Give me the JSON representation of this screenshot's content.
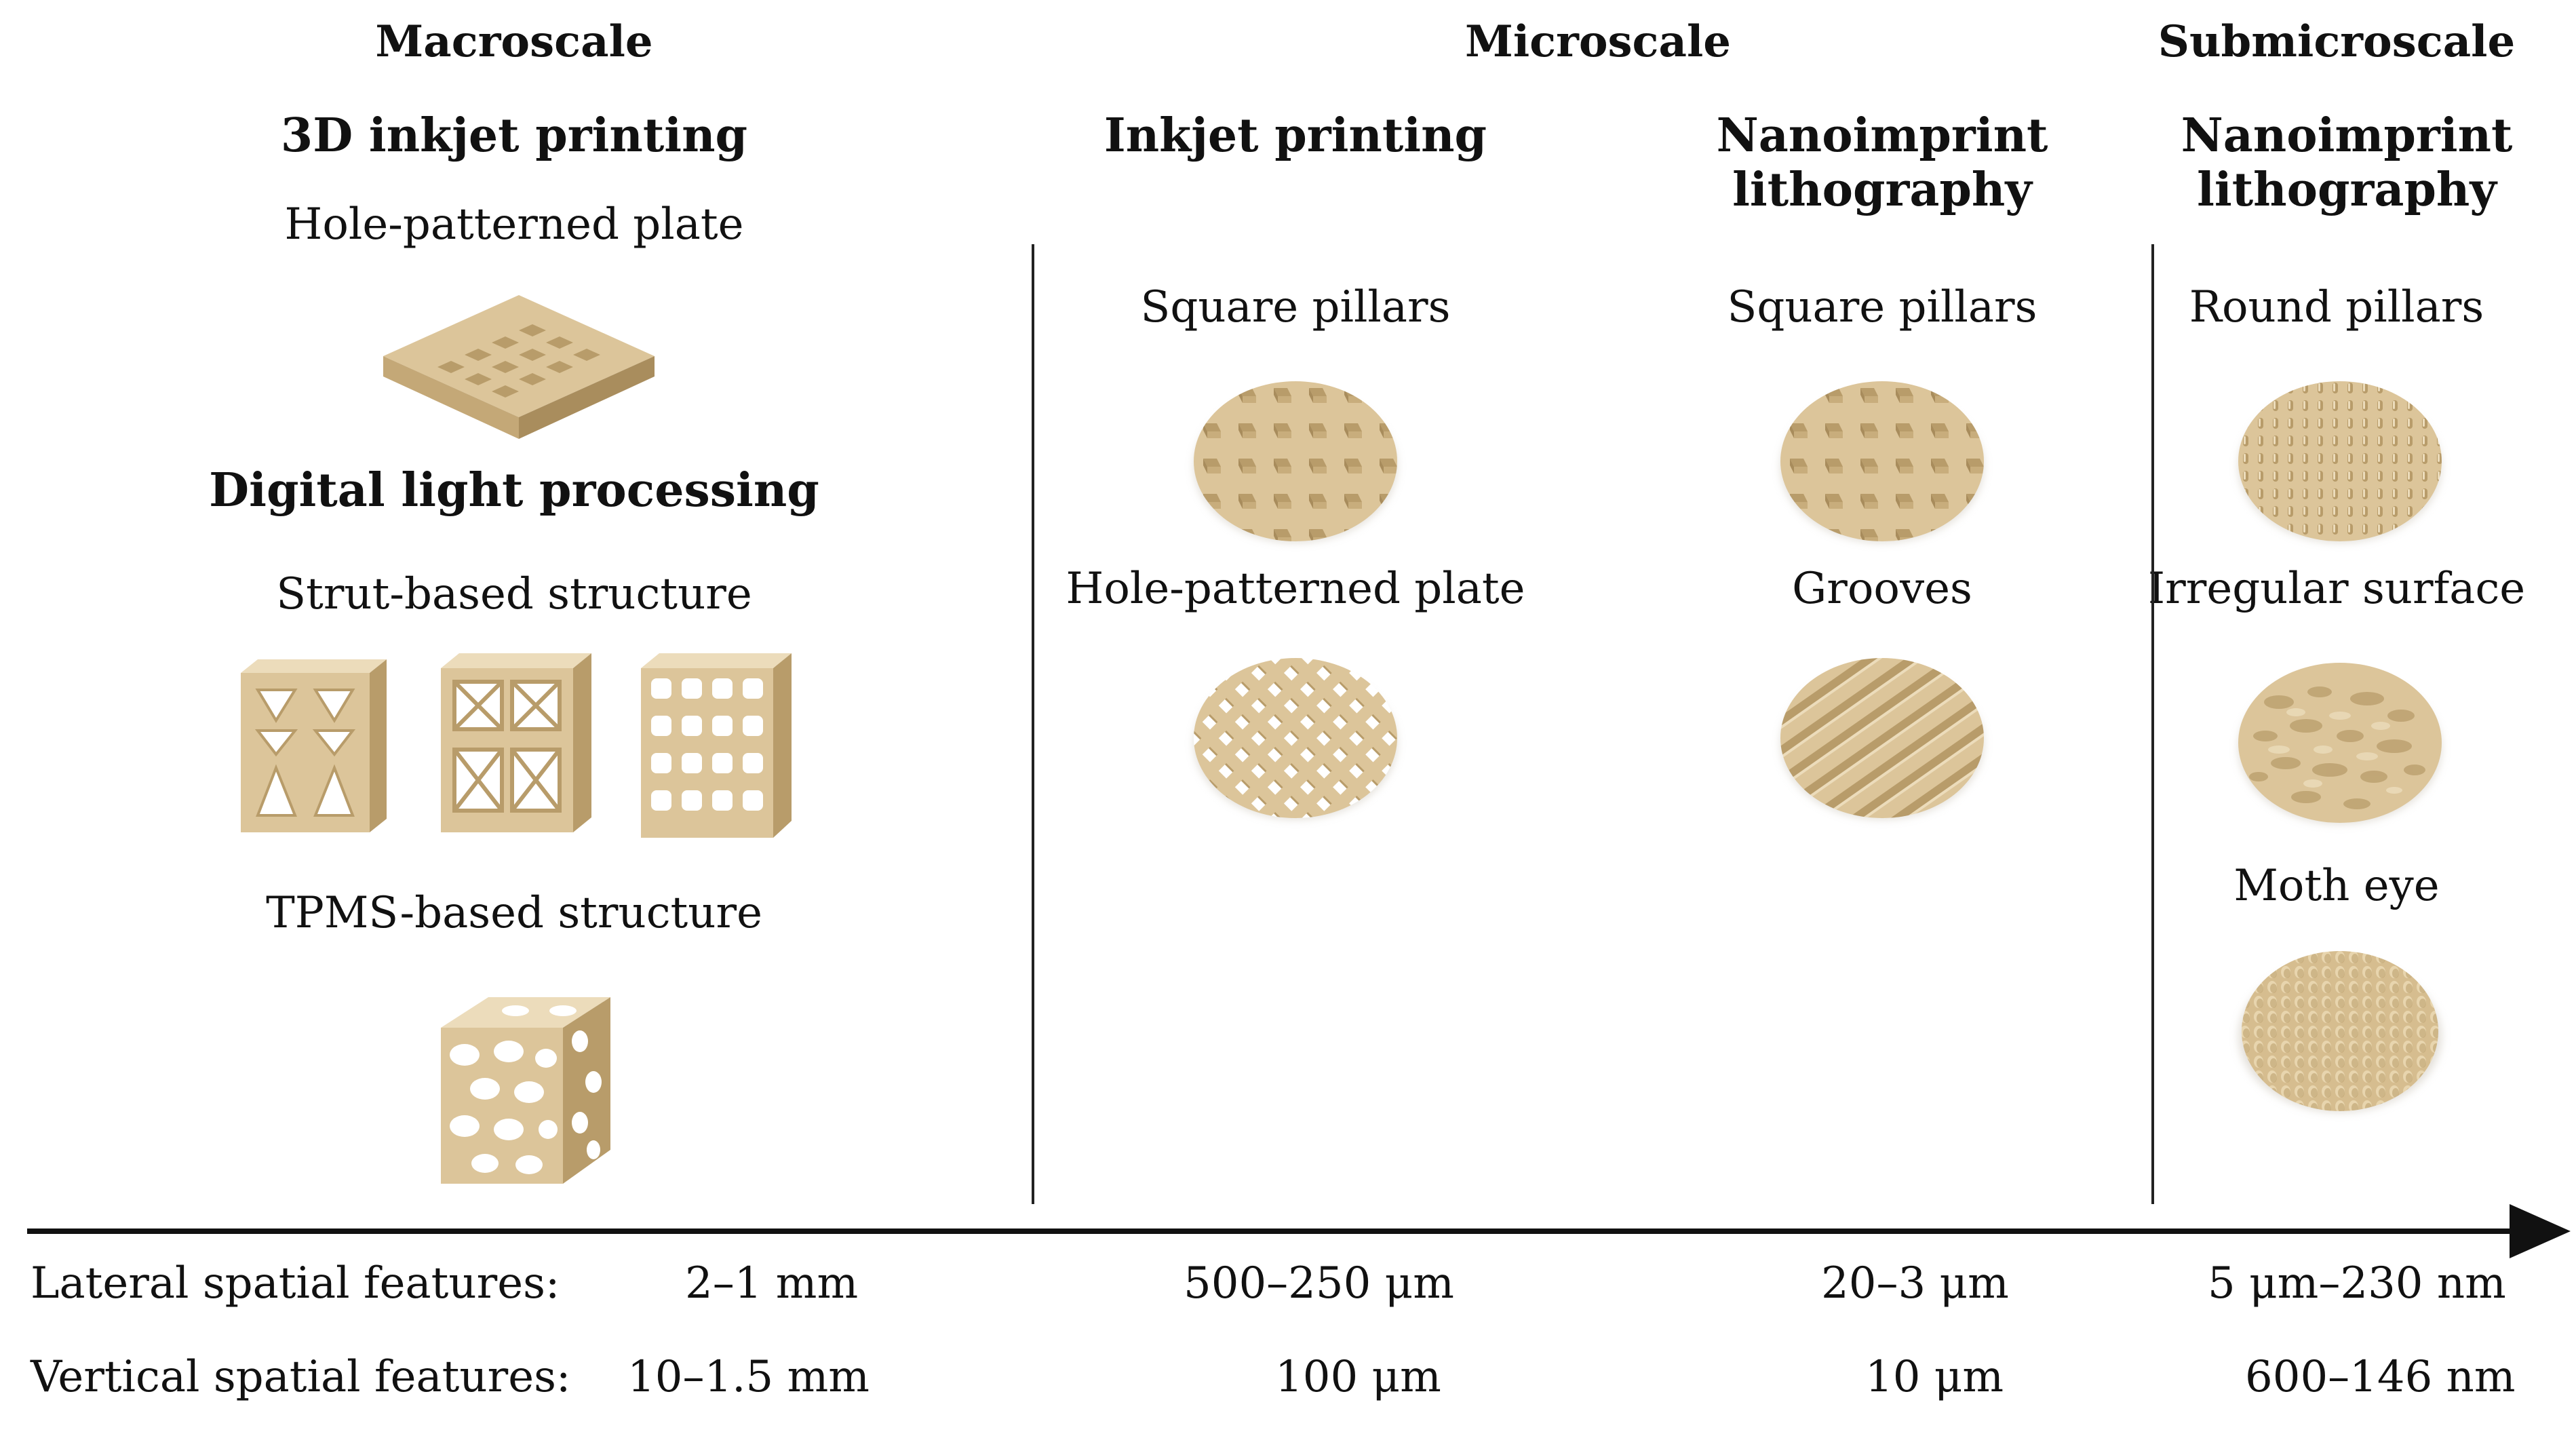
{
  "scales": {
    "macro": "Macroscale",
    "micro": "Microscale",
    "submicro": "Submicroscale"
  },
  "methods": {
    "inkjet_3d": "3D inkjet printing",
    "dlp": "Digital light processing",
    "inkjet": "Inkjet printing",
    "nil_micro": [
      "Nanoimprint",
      "lithography"
    ],
    "nil_submicro": [
      "Nanoimprint",
      "lithography"
    ]
  },
  "structures": {
    "hole_plate_macro": "Hole-patterned plate",
    "strut": "Strut-based structure",
    "tpms": "TPMS-based structure",
    "square_pillars_inkjet": "Square pillars",
    "hole_plate_inkjet": "Hole-patterned plate",
    "square_pillars_nil": "Square pillars",
    "grooves": "Grooves",
    "round_pillars": "Round pillars",
    "irregular": "Irregular surface",
    "moth_eye": "Moth eye"
  },
  "features": {
    "lateral_label": "Lateral spatial features:",
    "vertical_label": "Vertical spatial features:",
    "lateral": [
      "2–1 mm",
      "500–250 μm",
      "20–3 μm",
      "5 μm–230 nm"
    ],
    "vertical": [
      "10–1.5 mm",
      "100 μm",
      "10 μm",
      "600–146 nm"
    ]
  },
  "colors": {
    "material": "#dcc59a",
    "material_dark": "#b89c6a",
    "material_light": "#ecdcbb",
    "line": "#111111"
  }
}
